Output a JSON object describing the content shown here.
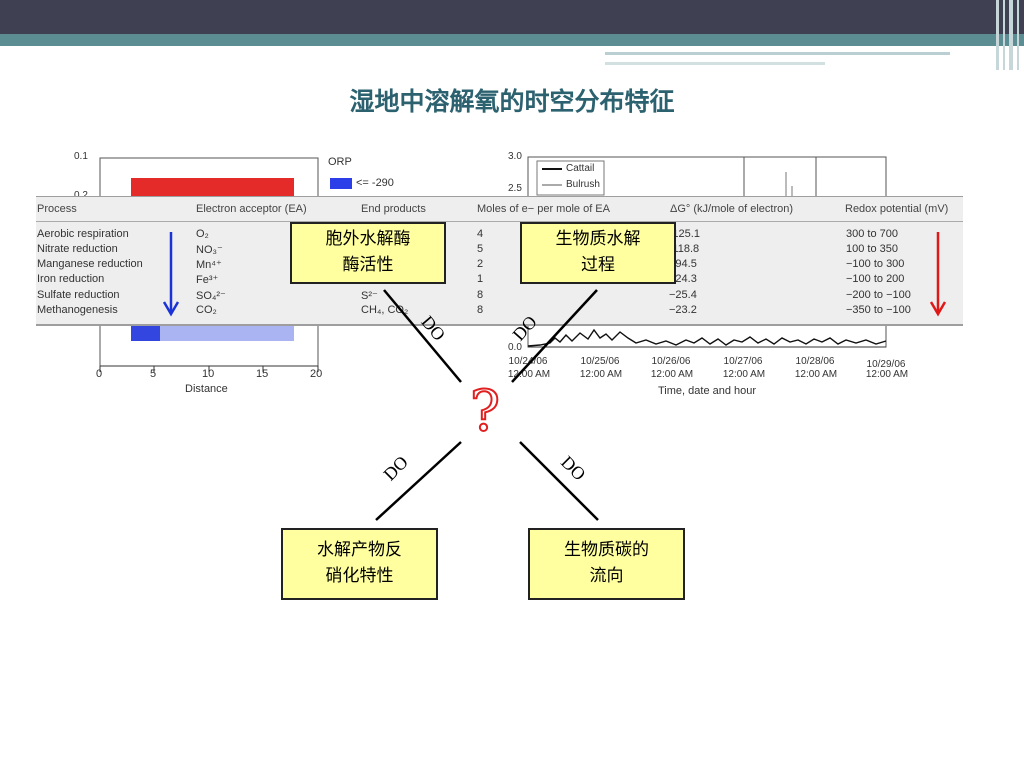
{
  "title": "湿地中溶解氧的时空分布特征",
  "left_chart": {
    "ytick_top": "0.1",
    "ytick_second": "0.2",
    "xticks": [
      "0",
      "5",
      "10",
      "15",
      "20"
    ],
    "xlabel": "Distance",
    "legend_title": "ORP",
    "legend_entry": "<= -290"
  },
  "right_chart": {
    "yticks": [
      "3.0",
      "2.5",
      "0.0"
    ],
    "legend": [
      "Cattail",
      "Bulrush"
    ],
    "xticks": [
      {
        "date": "10/24/06",
        "time": "12:00 AM"
      },
      {
        "date": "10/25/06",
        "time": "12:00 AM"
      },
      {
        "date": "10/26/06",
        "time": "12:00 AM"
      },
      {
        "date": "10/27/06",
        "time": "12:00 AM"
      },
      {
        "date": "10/28/06",
        "time": "12:00 AM"
      },
      {
        "date": "10/29/06",
        "time": "12:00 AM"
      }
    ],
    "xlabel": "Time, date and hour"
  },
  "table": {
    "headers": [
      "Process",
      "Electron acceptor (EA)",
      "End products",
      "Moles of e− per mole of EA",
      "ΔG° (kJ/mole of electron)",
      "Redox potential (mV)"
    ],
    "rows": [
      {
        "process": "Aerobic respiration",
        "acceptor": "O₂",
        "moles": "4",
        "dg": "−125.1",
        "redox": "300 to 700"
      },
      {
        "process": "Nitrate reduction",
        "acceptor": "NO₃⁻",
        "moles": "5",
        "dg": "−118.8",
        "redox": "100 to 350"
      },
      {
        "process": "Manganese reduction",
        "acceptor": "Mn⁴⁺",
        "moles": "2",
        "dg": "−94.5",
        "redox": "−100 to 300"
      },
      {
        "process": "Iron reduction",
        "acceptor": "Fe³⁺",
        "moles": "1",
        "dg": "−24.3",
        "redox": "−100 to 200"
      },
      {
        "process": "Sulfate reduction",
        "acceptor": "SO₄²⁻",
        "end": "S²⁻",
        "moles": "8",
        "dg": "−25.4",
        "redox": "−200 to −100"
      },
      {
        "process": "Methanogenesis",
        "acceptor": "CO₂",
        "end": "CH₄, CO₂",
        "moles": "8",
        "dg": "−23.2",
        "redox": "−350 to −100"
      }
    ]
  },
  "boxes": {
    "top_left": [
      "胞外水解酶",
      "酶活性"
    ],
    "top_right": [
      "生物质水解",
      "过程"
    ],
    "bottom_left": [
      "水解产物反",
      "硝化特性"
    ],
    "bottom_right": [
      "生物质碳的",
      "流向"
    ]
  },
  "do_label": "DO",
  "question_mark": "?",
  "colors": {
    "header_dark": "#3f4152",
    "header_teal": "#5b8d92",
    "title": "#2c6270",
    "box_fill": "#ffffa0",
    "arrow_blue": "#1a33d6",
    "arrow_red": "#e01818",
    "question": "#e02020"
  }
}
